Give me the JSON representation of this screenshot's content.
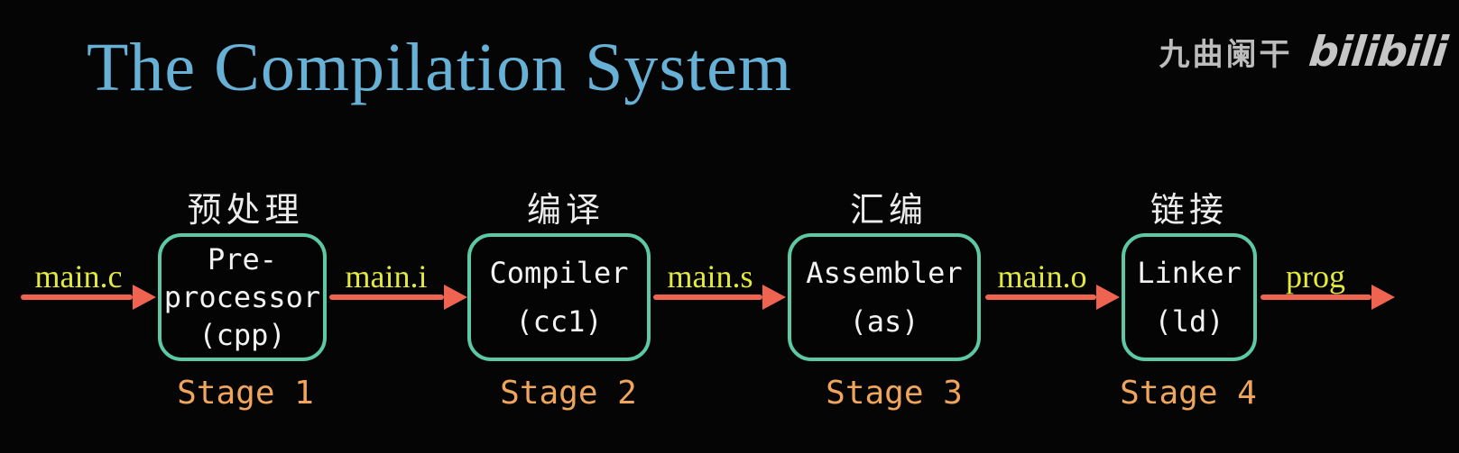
{
  "title": "The Compilation System",
  "watermark": {
    "name": "九曲阑干",
    "logo": "bilibili"
  },
  "colors": {
    "background": "#050505",
    "title": "#68b1d6",
    "box_border": "#5dc9a4",
    "box_text": "#f2f2f2",
    "arrow": "#ef6450",
    "file_label": "#e3e93e",
    "stage_label": "#f0a55c",
    "cn_label": "#ececec",
    "watermark": "#bcbcbc"
  },
  "stages": [
    {
      "cn_label": "预处理",
      "box_lines": [
        "Pre-",
        "processor",
        "(cpp)"
      ],
      "stage_label": "Stage 1"
    },
    {
      "cn_label": "编译",
      "box_lines": [
        "Compiler",
        "(cc1)"
      ],
      "stage_label": "Stage 2"
    },
    {
      "cn_label": "汇编",
      "box_lines": [
        "Assembler",
        "(as)"
      ],
      "stage_label": "Stage 3"
    },
    {
      "cn_label": "链接",
      "box_lines": [
        "Linker",
        "(ld)"
      ],
      "stage_label": "Stage 4"
    }
  ],
  "flow_labels": [
    "main.c",
    "main.i",
    "main.s",
    "main.o",
    "prog"
  ]
}
